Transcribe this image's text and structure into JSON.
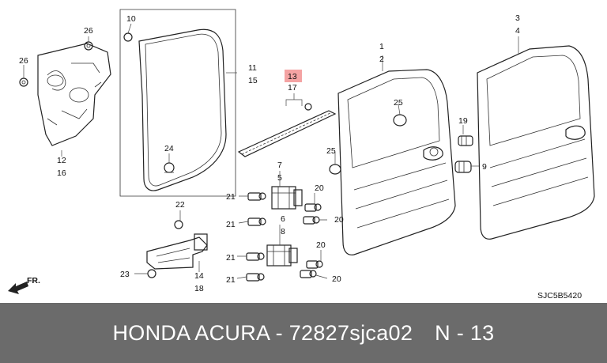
{
  "diagram": {
    "ref_code": "SJC5B5420",
    "direction_label": "FR.",
    "highlight_color": "#f4a3a3",
    "labels": {
      "c1": "1",
      "c2": "2",
      "c3": "3",
      "c4": "4",
      "c5": "5",
      "c6": "6",
      "c7": "7",
      "c8": "8",
      "c9": "9",
      "c10": "10",
      "c11": "11",
      "c12": "12",
      "c13": "13",
      "c14": "14",
      "c15": "15",
      "c16": "16",
      "c17": "17",
      "c18": "18",
      "c19": "19",
      "c20a": "20",
      "c20b": "20",
      "c20c": "20",
      "c20d": "20",
      "c21a": "21",
      "c21b": "21",
      "c21c": "21",
      "c21d": "21",
      "c22": "22",
      "c23": "23",
      "c24": "24",
      "c25a": "25",
      "c25b": "25",
      "c26a": "26",
      "c26b": "26"
    }
  },
  "footer": {
    "title": "HONDA ACURA - 72827sjca02",
    "page": "N - 13"
  }
}
